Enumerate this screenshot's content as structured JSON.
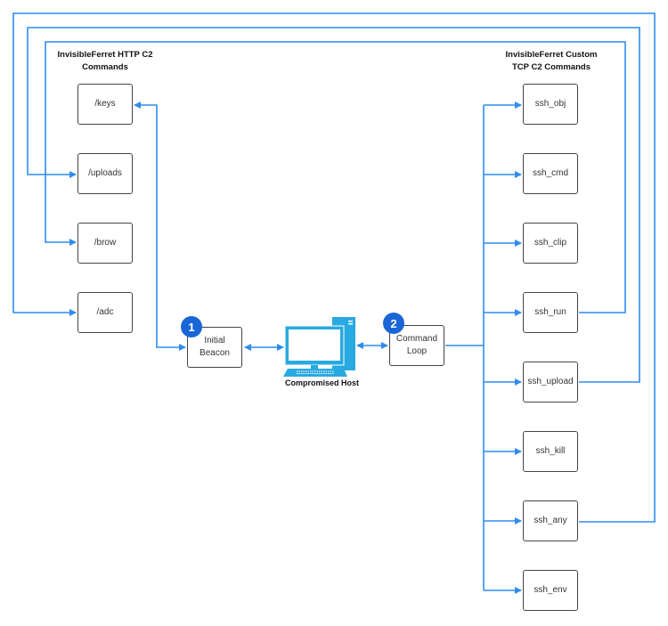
{
  "http_header": "InvisibleFerret HTTP C2 Commands",
  "tcp_header": "InvisibleFerret Custom TCP C2 Commands",
  "http_commands": [
    "/keys",
    "/uploads",
    "/brow",
    "/adc"
  ],
  "tcp_commands": [
    "ssh_obj",
    "ssh_cmd",
    "ssh_clip",
    "ssh_run",
    "ssh_upload",
    "ssh_kill",
    "ssh_any",
    "ssh_env"
  ],
  "initial_beacon": {
    "step": "1",
    "label": "Initial Beacon"
  },
  "command_loop": {
    "step": "2",
    "label": "Command Loop"
  },
  "host_label": "Compromised Host",
  "colors": {
    "line": "#2f8cf0",
    "badge": "#1a66d6",
    "computer": "#29a9e1"
  }
}
